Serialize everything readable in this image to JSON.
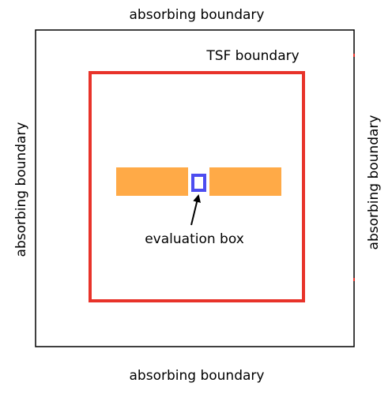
{
  "labels": {
    "top": "absorbing boundary",
    "bottom": "absorbing boundary",
    "left": "absorbing boundary",
    "right": "absorbing boundary",
    "tsf": "TSF boundary",
    "evaluation": "evaluation box"
  },
  "colors": {
    "outer_boundary": "#000000",
    "tsf_boundary": "#e8332a",
    "waveguide": "#ffaa47",
    "evaluation_box": "#4d4df0",
    "arrow": "#000000",
    "background": "#ffffff"
  }
}
